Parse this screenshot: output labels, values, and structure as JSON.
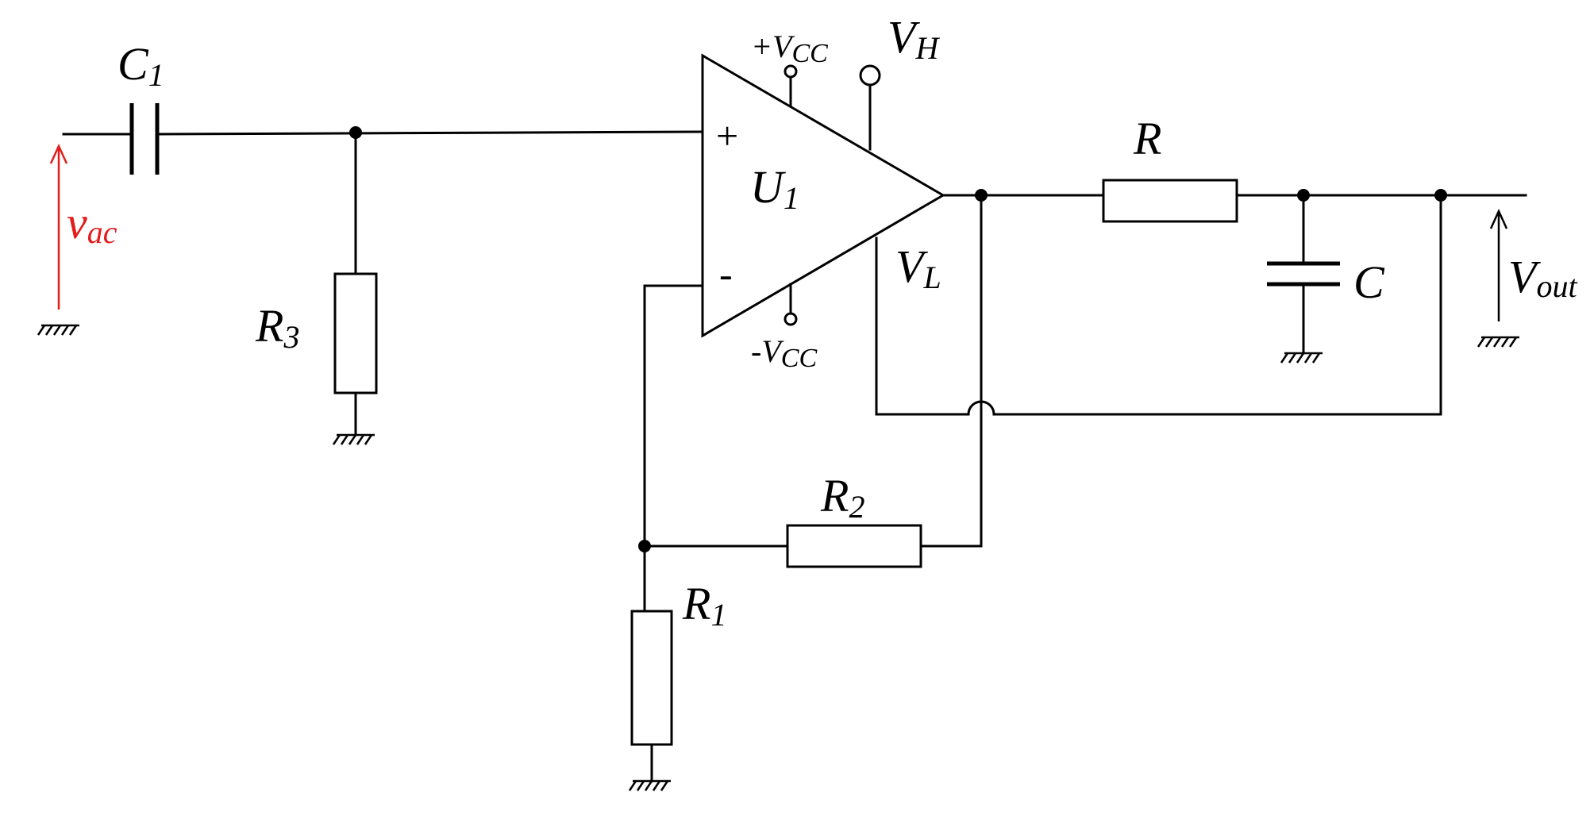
{
  "colors": {
    "wire": "#000000",
    "signal_source": "#e31c1c",
    "background": "#ffffff"
  },
  "labels": {
    "c1": {
      "main": "C",
      "sub": "1"
    },
    "vac": {
      "main": "v",
      "sub": "ac"
    },
    "r3": {
      "main": "R",
      "sub": "3"
    },
    "plus_input": "+",
    "minus_input": "-",
    "u1": {
      "main": "U",
      "sub": "1"
    },
    "vcc_pos": {
      "main": "+V",
      "sub": "CC"
    },
    "vcc_neg": {
      "main": "-V",
      "sub": "CC"
    },
    "vh": {
      "main": "V",
      "sub": "H"
    },
    "vl": {
      "main": "V",
      "sub": "L"
    },
    "r": "R",
    "c": "C",
    "vout": {
      "main": "V",
      "sub": "out"
    },
    "r2": {
      "main": "R",
      "sub": "2"
    },
    "r1": {
      "main": "R",
      "sub": "1"
    }
  }
}
